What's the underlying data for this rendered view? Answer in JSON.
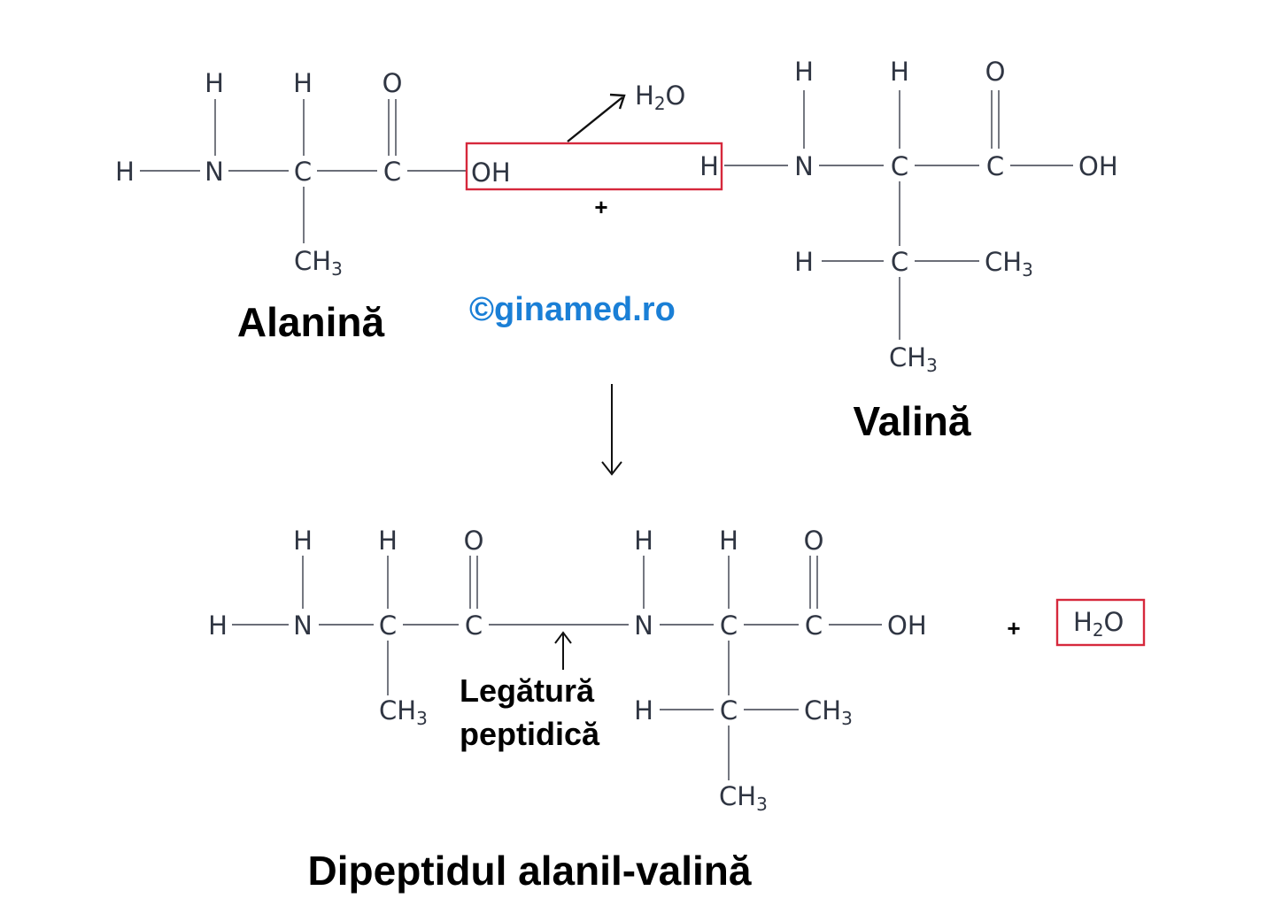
{
  "molecules": {
    "alanine": {
      "name": "Alanină"
    },
    "valine": {
      "name": "Valină"
    },
    "dipeptide": {
      "name": "Dipeptidul alanil-valină"
    }
  },
  "atoms": {
    "H": "H",
    "N": "N",
    "C": "C",
    "O": "O",
    "OH": "OH",
    "CH3": "CH",
    "CH3_sub": "3",
    "H2O_H": "H",
    "H2O_sub": "2",
    "H2O_O": "O"
  },
  "reaction": {
    "plus": "+",
    "peptide_bond_line1": "Legătură",
    "peptide_bond_line2": "peptidică"
  },
  "watermark": "©ginamed.ro",
  "colors": {
    "highlight": "#d6283c",
    "watermark": "#1a7fd6",
    "atom": "#2f3542",
    "label": "#000000"
  }
}
